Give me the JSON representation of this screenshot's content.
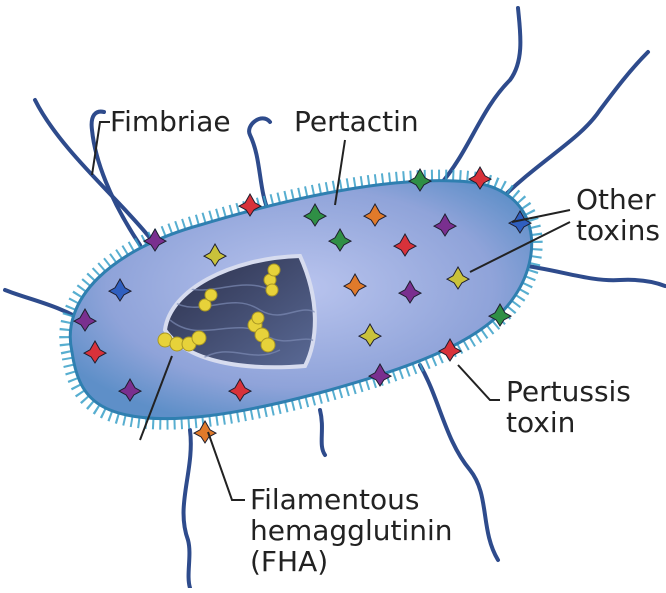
{
  "labels": {
    "fimbriae": "Fimbriae",
    "pertactin": "Pertactin",
    "other_toxins": [
      "Other",
      "toxins"
    ],
    "pertussis_toxin": [
      "Pertussis",
      "toxin"
    ],
    "fha": [
      "Filamentous",
      "hemagglutinin",
      "(FHA)"
    ]
  },
  "colors": {
    "flagella": "#2e4b8c",
    "body_fill": "#8fa3d9",
    "body_edge": "#3aa0c8",
    "interior": "#4a5a86",
    "granules": "#e7d23a",
    "leader": "#222222"
  },
  "protein_colors": [
    "#d8323a",
    "#2f8f45",
    "#7a2f8f",
    "#e07a2a",
    "#2f5fc0",
    "#c9c23a"
  ]
}
